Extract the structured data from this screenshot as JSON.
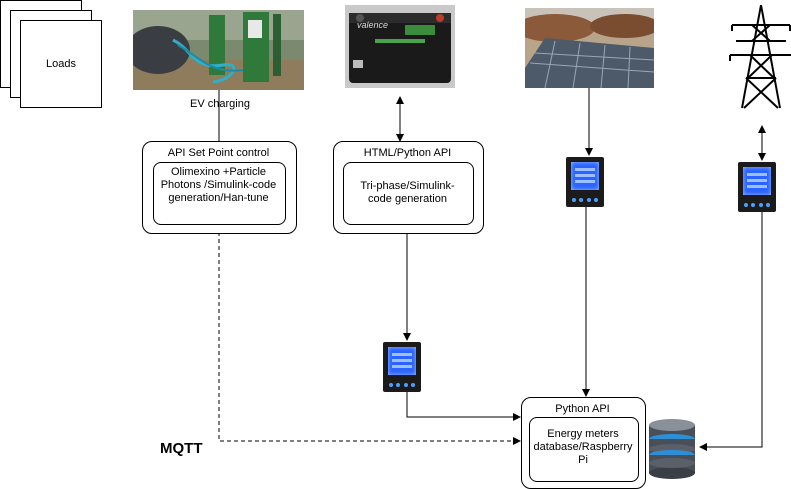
{
  "loads": {
    "label": "Loads"
  },
  "ev_charging": {
    "caption": "EV charging"
  },
  "battery": {
    "brand_text": "valence"
  },
  "api_setpoint": {
    "title": "API Set Point control",
    "inner_text": "Olimexino +Particle Photons /Simulink-code generation/Han-tune"
  },
  "html_python_api": {
    "title": "HTML/Python API",
    "inner_text": "Tri-phase/Simulink-code generation"
  },
  "python_api": {
    "title": "Python API",
    "inner_text": "Energy meters database/Raspberry Pi"
  },
  "mqtt": {
    "label": "MQTT"
  },
  "colors": {
    "meter_body": "#1b1b1b",
    "meter_screen": "#2a63ff",
    "database_body": "#4a4f57",
    "database_ring": "#2e8fd6"
  }
}
